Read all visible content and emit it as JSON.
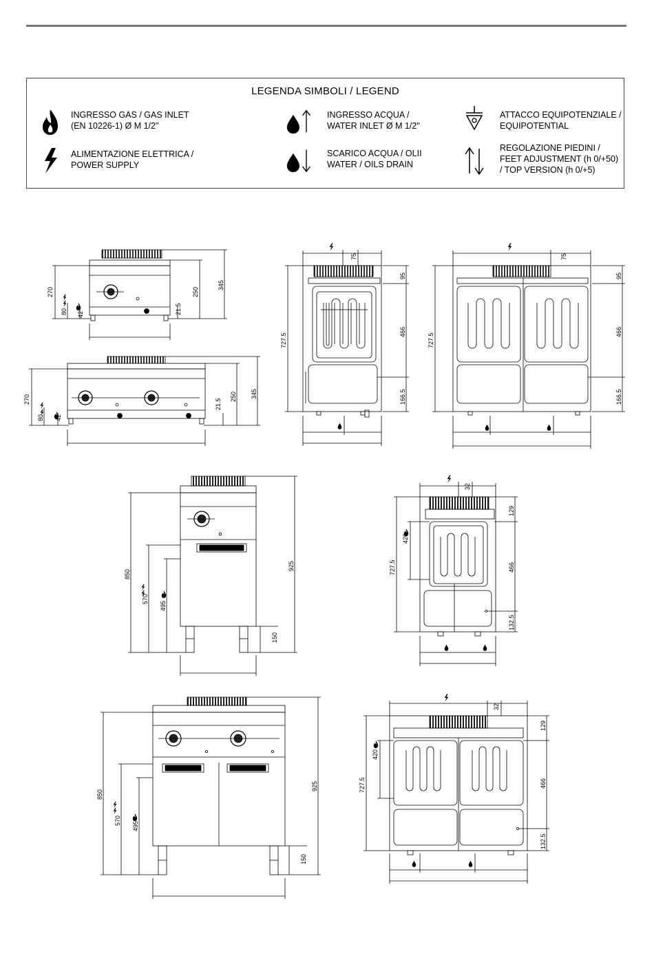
{
  "legend": {
    "title": "LEGENDA SIMBOLI / LEGEND",
    "items": [
      {
        "icon": "flame-icon",
        "line1": "INGRESSO GAS / GAS INLET",
        "line2": "(EN 10226-1) Ø M 1/2\"",
        "line3": ""
      },
      {
        "icon": "electric-bolt-icon",
        "line1": "ALIMENTAZIONE ELETTRICA /",
        "line2": "POWER SUPPLY",
        "line3": ""
      },
      {
        "icon": "water-inlet-icon",
        "line1": "INGRESSO ACQUA /",
        "line2": "WATER INLET Ø M 1/2\"",
        "line3": ""
      },
      {
        "icon": "water-drain-icon",
        "line1": "SCARICO ACQUA / OLII",
        "line2": "WATER / OILS DRAIN",
        "line3": ""
      },
      {
        "icon": "equipotential-icon",
        "line1": "ATTACCO EQUIPOTENZIALE /",
        "line2": "EQUIPOTENTIAL",
        "line3": ""
      },
      {
        "icon": "feet-adjustment-icon",
        "line1": "REGOLAZIONE PIEDINI  /",
        "line2": "FEET ADJUSTMENT (h 0/+50)",
        "line3": "/ TOP VERSION (h 0/+5)"
      }
    ]
  },
  "dims": {
    "d270": "270",
    "d80": "80",
    "d42": "42",
    "d21_5": "21.5",
    "d250": "250",
    "d345": "345",
    "d75": "75",
    "d95": "95",
    "d466": "466",
    "d727_5": "727.5",
    "d166_5": "166.5",
    "d850": "850",
    "d570": "570",
    "d495": "495",
    "d925": "925",
    "d150": "150",
    "d32": "32",
    "d129": "129",
    "d420": "420",
    "d132_5": "132.5"
  }
}
